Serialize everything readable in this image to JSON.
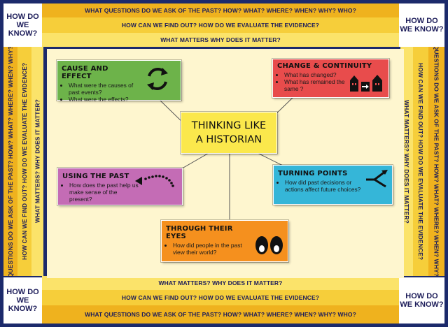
{
  "bands": {
    "past": "WHAT QUESTIONS DO WE ASK OF THE PAST? HOW? WHAT? WHERE? WHEN? WHY? WHO?",
    "evidence": "HOW CAN WE FIND OUT? HOW DO WE EVALUATE THE EVIDENCE?",
    "matters_top": "WHAT MATTERS  WHY DOES IT MATTER?",
    "matters": "WHAT MATTERS? WHY DOES IT MATTER?"
  },
  "corner": {
    "line1": "HOW DO",
    "line2": "WE KNOW?"
  },
  "center": {
    "line1": "THINKING LIKE",
    "line2": "A HISTORIAN"
  },
  "boxes": {
    "cause": {
      "title": "CAUSE AND EFFECT",
      "items": [
        "What were the causes of past events?",
        "What were the effects?"
      ],
      "color": "#6db34a"
    },
    "change": {
      "title": "CHANGE & CONTINUITY",
      "items": [
        "What has changed?",
        "What has remained the same ?"
      ],
      "color": "#e84c4c"
    },
    "using": {
      "title": "USING THE PAST",
      "items": [
        "How does the past help us make sense of the present?"
      ],
      "color": "#c46cb5"
    },
    "turning": {
      "title": "TURNING POINTS",
      "items": [
        "How did past decisions or actions affect future choices?"
      ],
      "color": "#35b6d8"
    },
    "eyes": {
      "title": "THROUGH THEIR EYES",
      "items": [
        "How did people in the past view their world?"
      ],
      "color": "#f5901e"
    }
  },
  "icons": {
    "cause": "cycle-arrows-icon",
    "change": "buildings-icon",
    "using": "dotted-arrow-icon",
    "turning": "branching-arrow-icon",
    "eyes": "eyes-icon"
  }
}
